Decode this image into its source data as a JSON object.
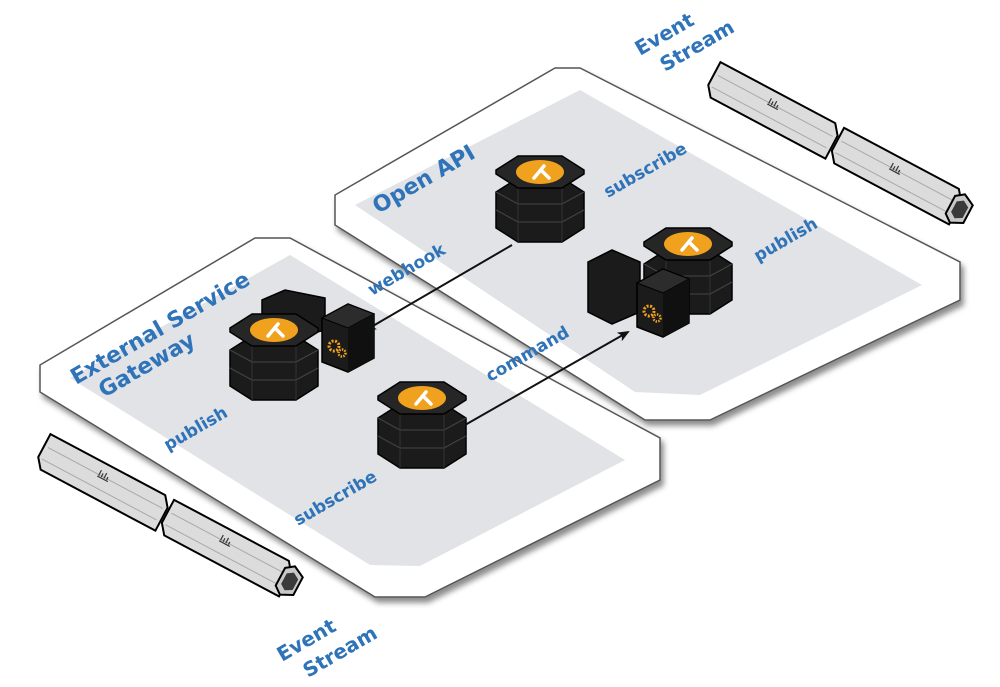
{
  "diagram": {
    "colors": {
      "label": "#2f73b9",
      "panel_border": "#555555",
      "panel_inner": "#e1e3e6",
      "node_body": "#1b1b1b",
      "lambda_badge": "#f0a21e",
      "stream_body": "#d6d6d6",
      "arrow": "#111111"
    },
    "panels": [
      {
        "id": "open-api",
        "title": "Open API",
        "labels": {
          "subscribe": "subscribe",
          "publish": "publish",
          "webhook": "webhook"
        }
      },
      {
        "id": "external-service-gateway",
        "title_line1": "External Service",
        "title_line2": "Gateway",
        "labels": {
          "publish": "publish",
          "subscribe": "subscribe",
          "command": "command"
        }
      }
    ],
    "nodes": [
      {
        "id": "open-api-lambda",
        "type": "lambda-function",
        "icon": "lambda-icon"
      },
      {
        "id": "open-api-lambda-with-gateway",
        "type": "lambda-function",
        "icon": "lambda-icon",
        "attachment": "gears-icon"
      },
      {
        "id": "gateway-lambda-with-gateway",
        "type": "lambda-function",
        "icon": "lambda-icon",
        "attachment": "gears-icon"
      },
      {
        "id": "gateway-lambda",
        "type": "lambda-function",
        "icon": "lambda-icon"
      }
    ],
    "streams": [
      {
        "id": "event-stream-top",
        "line1": "Event",
        "line2": "Stream"
      },
      {
        "id": "event-stream-bottom",
        "line1": "Event",
        "line2": "Stream"
      }
    ],
    "edges": [
      {
        "from": "open-api-lambda",
        "to": "gateway-lambda-with-gateway",
        "label": "webhook"
      },
      {
        "from": "gateway-lambda",
        "to": "open-api-lambda-with-gateway",
        "label": "command"
      }
    ]
  }
}
